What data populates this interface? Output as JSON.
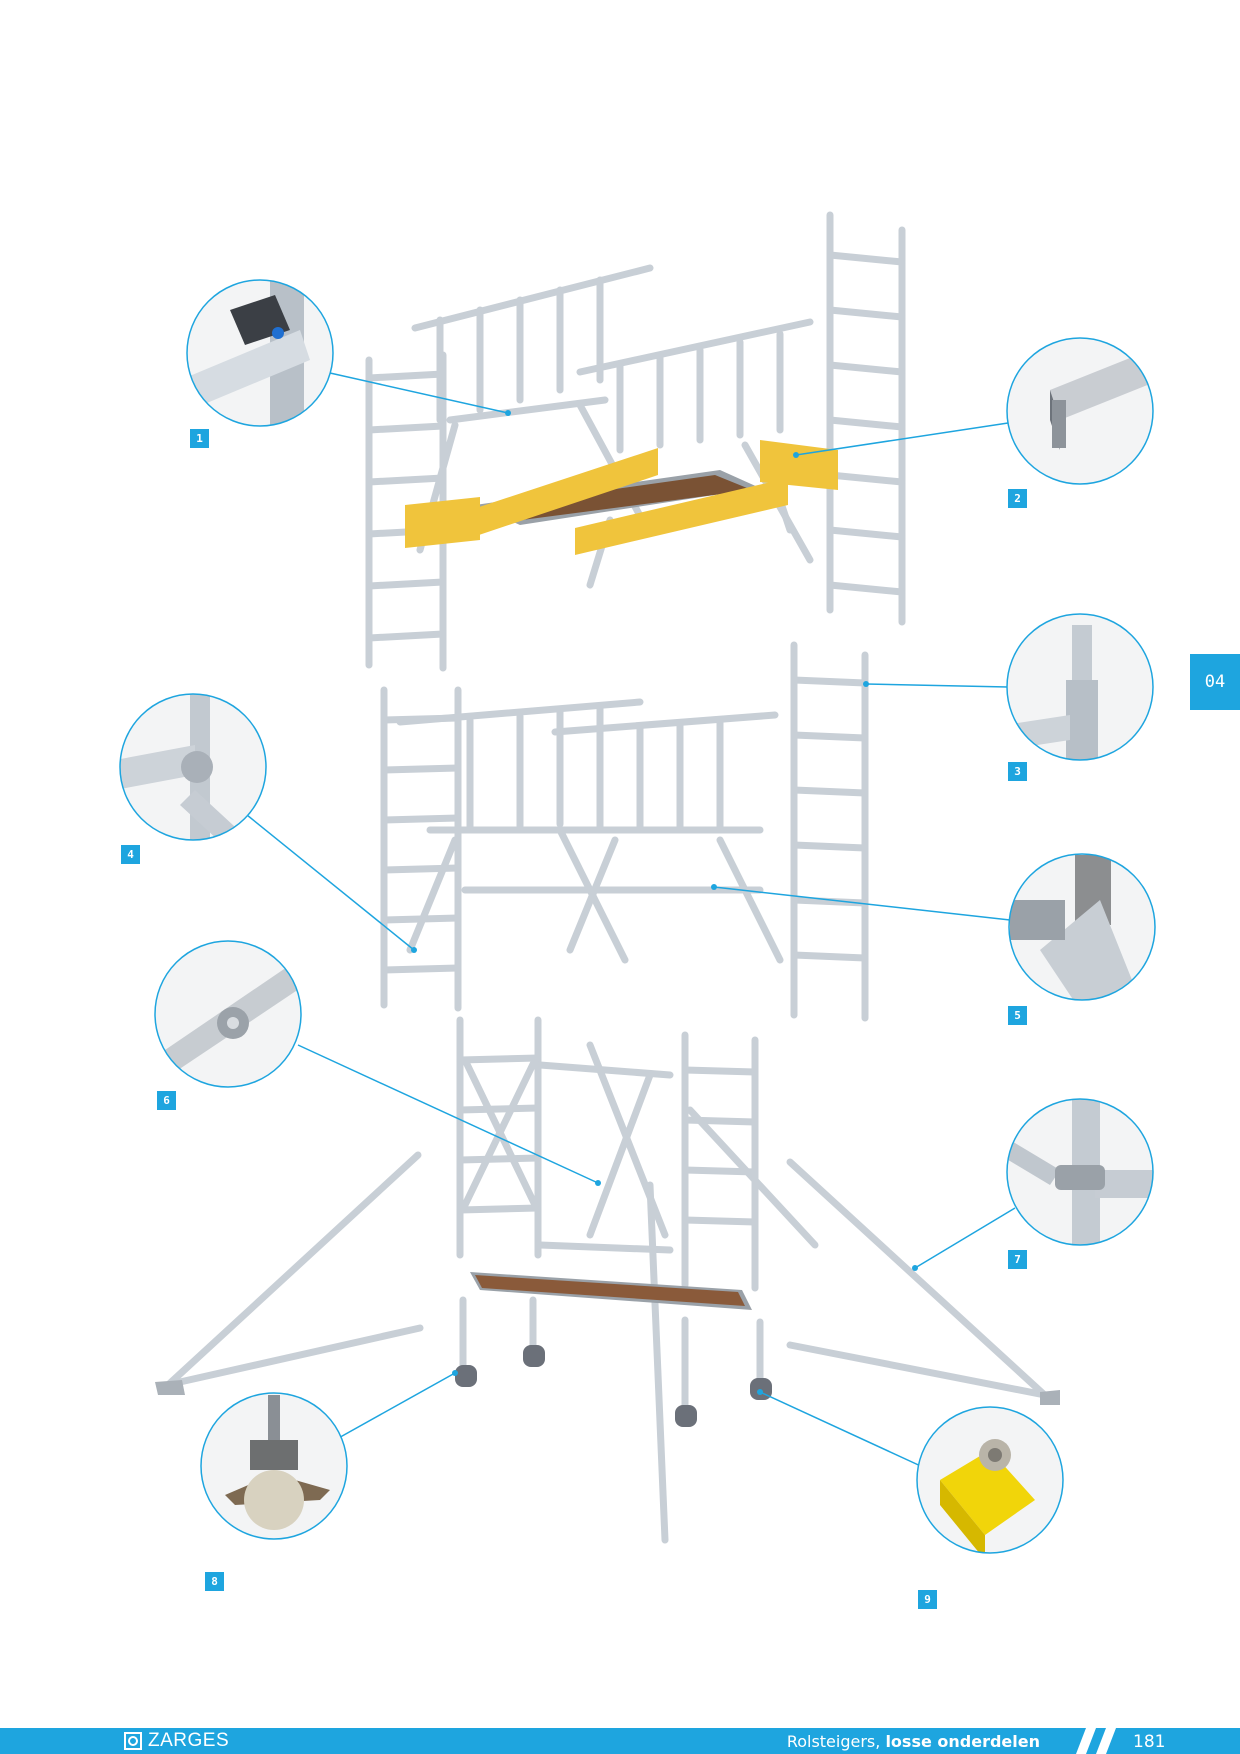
{
  "callouts": [
    "1",
    "2",
    "3",
    "4",
    "5",
    "6",
    "7",
    "8",
    "9"
  ],
  "side_tab": "04",
  "footer": {
    "brand": "ZARGES",
    "title_regular": "Rolsteigers,",
    "title_bold": "losse onderdelen",
    "page_number": "181"
  },
  "colors": {
    "accent": "#1ea5df",
    "aluminium": "#c8cfd6",
    "toe_board": "#f0c43c",
    "wood_deck": "#8a5a3a"
  }
}
